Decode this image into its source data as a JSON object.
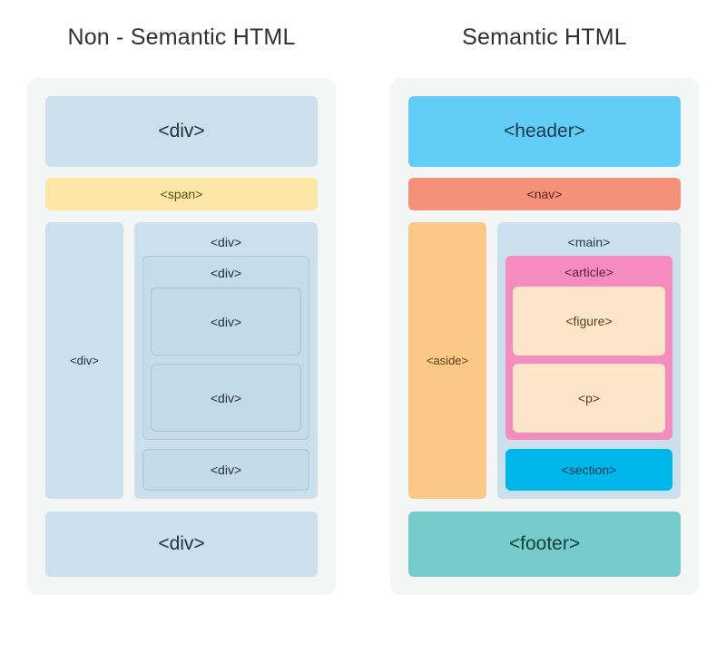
{
  "diagram": {
    "title_left": "Non - Semantic HTML",
    "title_right": "Semantic HTML"
  },
  "non_semantic": {
    "top": "<div>",
    "bar": "<span>",
    "side": "<div>",
    "main": "<div>",
    "nested_group": "<div>",
    "nested_child_1": "<div>",
    "nested_child_2": "<div>",
    "nested_sibling": "<div>",
    "bottom": "<div>"
  },
  "semantic": {
    "top": "<header>",
    "bar": "<nav>",
    "side": "<aside>",
    "main": "<main>",
    "nested_group": "<article>",
    "nested_child_1": "<figure>",
    "nested_child_2": "<p>",
    "nested_sibling": "<section>",
    "bottom": "<footer>"
  },
  "colors": {
    "panel_background": "#f4f5f5",
    "page_background": "#ffffff",
    "div_blue": "#cbe0ec",
    "span_yellow": "#fce7a6",
    "header_blue": "#62cdf7",
    "nav_coral": "#f5907a",
    "aside_orange": "#fcc887",
    "article_pink": "#f48cc0",
    "figure_cream": "#fde5ca",
    "section_cyan": "#00b7ec",
    "footer_teal": "#74cbca",
    "title_text": "#303030"
  }
}
